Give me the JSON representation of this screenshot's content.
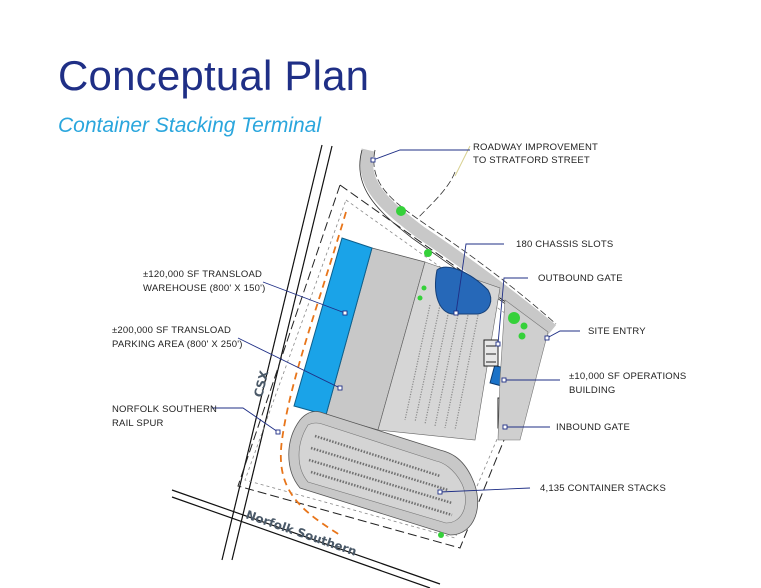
{
  "header": {
    "title": "Conceptual Plan",
    "subtitle": "Container Stacking Terminal"
  },
  "rails": {
    "csx": "CSX",
    "norfolk_southern": "Norfolk Southern"
  },
  "callouts": {
    "roadway_1": "ROADWAY IMPROVEMENT",
    "roadway_2": "TO STRATFORD STREET",
    "chassis": "180 CHASSIS SLOTS",
    "outbound": "OUTBOUND GATE",
    "site_entry": "SITE ENTRY",
    "operations_1": "±10,000 SF OPERATIONS",
    "operations_2": "BUILDING",
    "inbound": "INBOUND GATE",
    "stacks": "4,135 CONTAINER STACKS",
    "warehouse_1": "±120,000 SF TRANSLOAD",
    "warehouse_2": "WAREHOUSE (800' X 150')",
    "parking_1": "±200,000 SF TRANSLOAD",
    "parking_2": "PARKING AREA (800' X 250')",
    "railspur_1": "NORFOLK SOUTHERN",
    "railspur_2": "RAIL SPUR"
  },
  "colors": {
    "title": "#1f2f86",
    "subtitle": "#2aa6dd",
    "warehouse": "#1aa3e8",
    "operations": "#1a72c8",
    "chassis": "#2668b8",
    "pavement": "#c8c8c8",
    "tree": "#35d13a",
    "rail_spur": "#e8751a",
    "leader": "#1f2f86"
  }
}
